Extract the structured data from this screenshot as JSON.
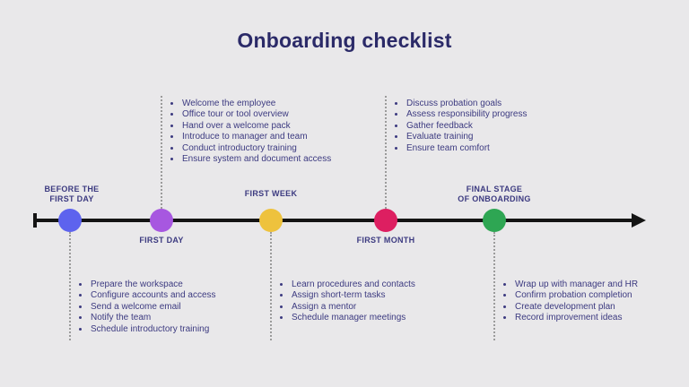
{
  "title": "Onboarding checklist",
  "colors": {
    "background": "#e9e8ea",
    "title_text": "#2b2a68",
    "body_text": "#3c3a80",
    "timeline": "#141414",
    "connector": "#9b9b9b"
  },
  "timeline": {
    "stages": [
      {
        "name": "before-first-day",
        "label_lines": [
          "BEFORE THE",
          "FIRST DAY"
        ],
        "label_position": "above",
        "dot_color": "#5d63ee",
        "list_position": "below",
        "items": [
          "Prepare the workspace",
          "Configure accounts and access",
          "Send a welcome email",
          "Notify the team",
          "Schedule introductory training"
        ]
      },
      {
        "name": "first-day",
        "label_lines": [
          "FIRST DAY"
        ],
        "label_position": "below",
        "dot_color": "#a757e0",
        "list_position": "above",
        "items": [
          "Welcome the employee",
          "Office tour or tool overview",
          "Hand over a welcome pack",
          "Introduce to manager and team",
          "Conduct introductory training",
          "Ensure system and document access"
        ]
      },
      {
        "name": "first-week",
        "label_lines": [
          "FIRST WEEK"
        ],
        "label_position": "above",
        "dot_color": "#eec23d",
        "list_position": "below",
        "items": [
          "Learn procedures and contacts",
          "Assign short-term tasks",
          "Assign a mentor",
          "Schedule manager meetings"
        ]
      },
      {
        "name": "first-month",
        "label_lines": [
          "FIRST MONTH"
        ],
        "label_position": "below",
        "dot_color": "#dd1f61",
        "list_position": "above",
        "items": [
          "Discuss probation goals",
          "Assess responsibility progress",
          "Gather feedback",
          "Evaluate training",
          "Ensure team comfort"
        ]
      },
      {
        "name": "final-stage",
        "label_lines": [
          "FINAL STAGE",
          "OF ONBOARDING"
        ],
        "label_position": "above",
        "dot_color": "#2ea653",
        "list_position": "below",
        "items": [
          "Wrap up with manager and HR",
          "Confirm probation completion",
          "Create development plan",
          "Record improvement ideas"
        ]
      }
    ]
  }
}
